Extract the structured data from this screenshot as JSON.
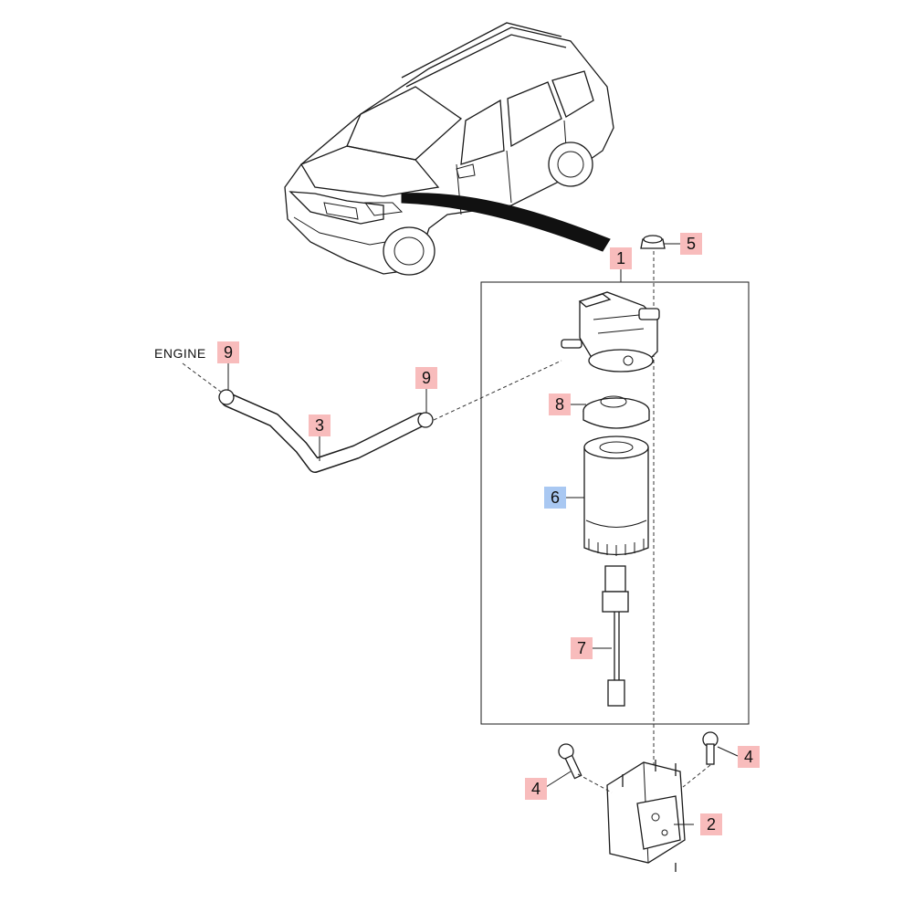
{
  "diagram": {
    "engine_label": "ENGINE",
    "callouts": [
      {
        "id": "1",
        "text": "1",
        "color": "#f8bcbc"
      },
      {
        "id": "2",
        "text": "2",
        "color": "#f8bcbc"
      },
      {
        "id": "3",
        "text": "3",
        "color": "#f8bcbc"
      },
      {
        "id": "4a",
        "text": "4",
        "color": "#f8bcbc"
      },
      {
        "id": "4b",
        "text": "4",
        "color": "#f8bcbc"
      },
      {
        "id": "5",
        "text": "5",
        "color": "#f8bcbc"
      },
      {
        "id": "6",
        "text": "6",
        "color": "#a9c8f2"
      },
      {
        "id": "7",
        "text": "7",
        "color": "#f8bcbc"
      },
      {
        "id": "8",
        "text": "8",
        "color": "#f8bcbc"
      },
      {
        "id": "9a",
        "text": "9",
        "color": "#f8bcbc"
      },
      {
        "id": "9b",
        "text": "9",
        "color": "#f8bcbc"
      }
    ]
  }
}
